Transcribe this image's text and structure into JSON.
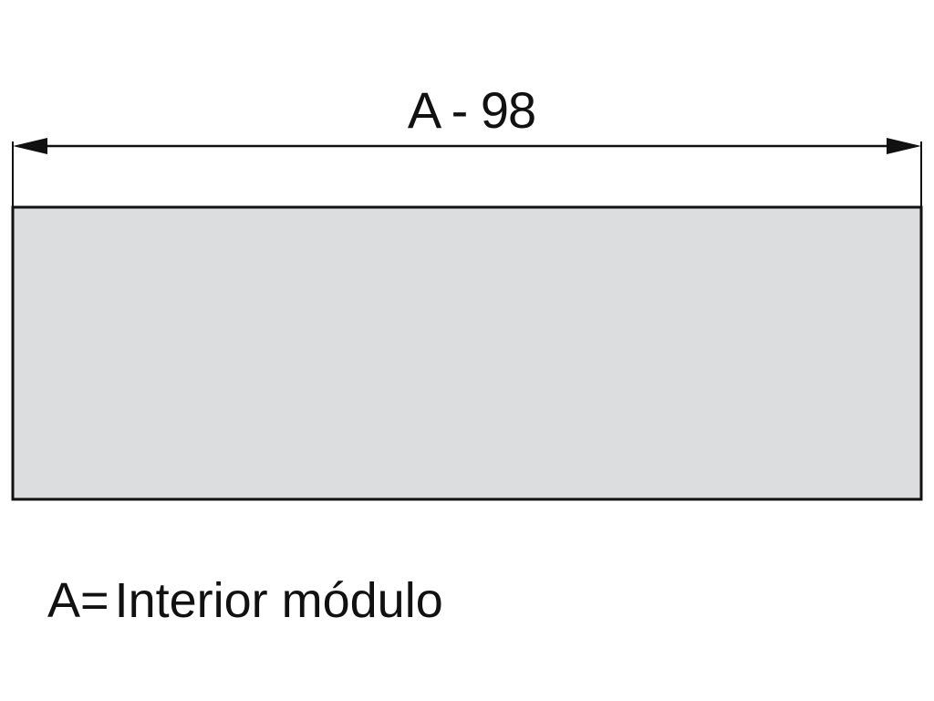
{
  "dimension": {
    "label": "A - 98"
  },
  "panel": {
    "fill_color": "#dcdddf",
    "stroke_color": "#111111"
  },
  "legend": {
    "symbol": "A=",
    "description": "Interior módulo"
  }
}
